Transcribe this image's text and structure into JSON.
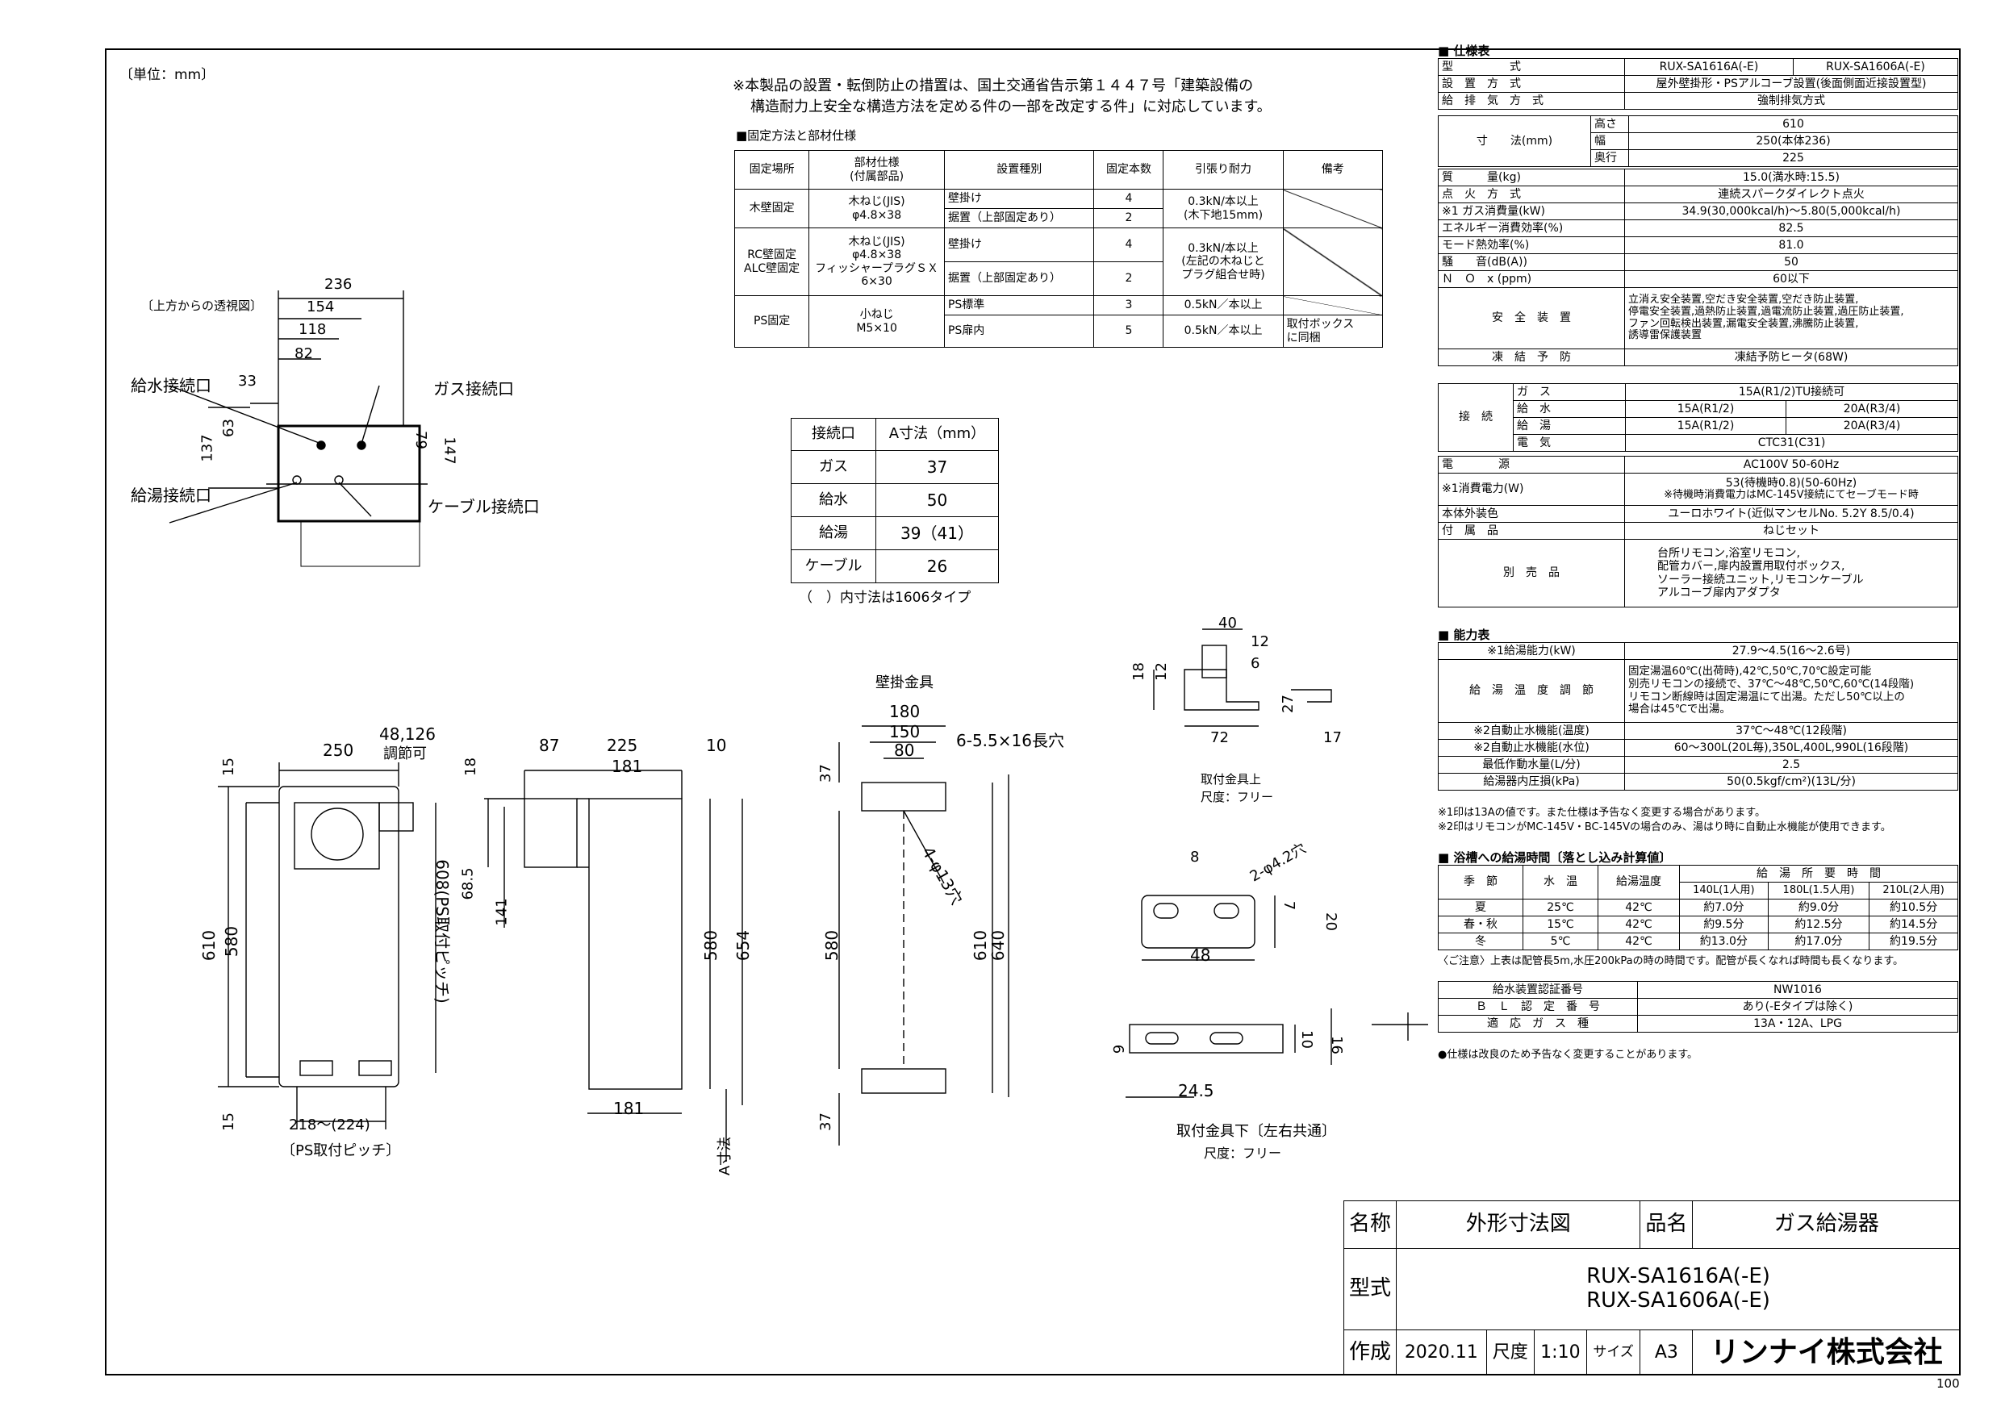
{
  "unit_label": "〔単位：mm〕",
  "note_top": [
    "※本製品の設置・転倒防止の措置は、国土交通省告示第１４４７号「建築設備の",
    "構造耐力上安全な構造方法を定める件の一部を改定する件」に対応しています。"
  ],
  "fix_title": "■固定方法と部材仕様",
  "fix_table": {
    "headers": [
      "固定場所",
      "部材仕様\n(付属部品)",
      "設置種別",
      "固定本数",
      "引張り耐力",
      "備考"
    ],
    "h0": "固定場所",
    "h1a": "部材仕様",
    "h1b": "(付属部品)",
    "h2": "設置種別",
    "h3": "固定本数",
    "h4": "引張り耐力",
    "h5": "備考",
    "wood_place": "木壁固定",
    "wood_mat_a": "木ねじ(JIS)",
    "wood_mat_b": "φ4.8×38",
    "wood_t1": "壁掛け",
    "wood_n1": "4",
    "wood_t2": "据置（上部固定あり）",
    "wood_n2": "2",
    "wood_str_a": "0.3kN/本以上",
    "wood_str_b": "(木下地15mm)",
    "rc_place_a": "RC壁固定",
    "rc_place_b": "ALC壁固定",
    "rc_mat_a": "木ねじ(JIS)",
    "rc_mat_b": "φ4.8×38",
    "rc_mat_c": "フィッシャープラグＳＸ",
    "rc_mat_d": "6×30",
    "rc_t1": "壁掛け",
    "rc_n1": "4",
    "rc_t2": "据置（上部固定あり）",
    "rc_n2": "2",
    "rc_str_a": "0.3kN/本以上",
    "rc_str_b": "(左記の木ねじと",
    "rc_str_c": "プラグ組合せ時)",
    "ps_place": "PS固定",
    "ps_mat_a": "小ねじ",
    "ps_mat_b": "M5×10",
    "ps_t1": "PS標準",
    "ps_n1": "3",
    "ps_s1": "0.5kN／本以上",
    "ps_t2": "PS扉内",
    "ps_n2": "5",
    "ps_s2": "0.5kN／本以上",
    "ps_note_a": "取付ボックス",
    "ps_note_b": "に同梱"
  },
  "conn_table": {
    "h0": "接続口",
    "h1": "A寸法（mm）",
    "rows": [
      [
        "ガス",
        "37"
      ],
      [
        "給水",
        "50"
      ],
      [
        "給湯",
        "39（41）"
      ],
      [
        "ケーブル",
        "26"
      ]
    ],
    "note": "（　）内寸法は1606タイプ"
  },
  "top_view": {
    "label": "〔上方からの透視図〕",
    "dims": [
      "236",
      "154",
      "118",
      "82",
      "33",
      "63",
      "137",
      "79",
      "147"
    ],
    "water_in": "給水接続口",
    "gas": "ガス接続口",
    "hot_out": "給湯接続口",
    "cable": "ケーブル接続口"
  },
  "front_view": {
    "dims": [
      "250",
      "48,126",
      "調節可",
      "15",
      "610",
      "580",
      "15",
      "608(PS取付ピッチ)",
      "218～(224)",
      "〔PS取付ピッチ〕"
    ]
  },
  "side_view": {
    "dims": [
      "87",
      "225",
      "10",
      "181",
      "18",
      "68.5",
      "141",
      "580",
      "654",
      "181",
      "A寸法"
    ]
  },
  "bracket_view": {
    "title": "壁掛金具",
    "dims": [
      "180",
      "150",
      "80",
      "6-5.5×16長穴",
      "37",
      "580",
      "610",
      "640",
      "4-φ13穴",
      "37"
    ]
  },
  "upper_fitting": {
    "dims": [
      "40",
      "12",
      "6",
      "18",
      "12",
      "27",
      "72",
      "17"
    ],
    "caption": "取付金具上",
    "scale": "尺度：フリー"
  },
  "lower_fitting": {
    "dims": [
      "8",
      "2-φ4.2穴",
      "7",
      "20",
      "48",
      "10",
      "16",
      "6",
      "24.5"
    ],
    "caption": "取付金具下〔左右共通〕",
    "scale": "尺度：フリー"
  },
  "spec": {
    "title": "■ 仕様表",
    "rows": [
      [
        "型　　　　　式",
        "RUX-SA1616A(-E)",
        "RUX-SA1606A(-E)"
      ],
      [
        "設　置　方　式",
        "屋外壁掛形・PSアルコーブ設置(後面側面近接設置型)"
      ],
      [
        "給　排　気　方　式",
        "強制排気方式"
      ]
    ],
    "size_label": "寸　　法(mm)",
    "h_label": "高さ",
    "h": "610",
    "w_label": "幅",
    "w": "250(本体236)",
    "d_label": "奥行",
    "d": "225",
    "rows2": [
      [
        "質　　　量(kg)",
        "15.0(満水時:15.5)"
      ],
      [
        "点　火　方　式",
        "連続スパークダイレクト点火"
      ],
      [
        "※1 ガス消費量(kW)",
        "34.9(30,000kcal/h)～5.80(5,000kcal/h)"
      ],
      [
        "エネルギー消費効率(%)",
        "82.5"
      ],
      [
        "モード熱効率(%)",
        "81.0"
      ],
      [
        "騒　　音(dB(A))",
        "50"
      ],
      [
        "Ｎ　Ｏ　x (ppm)",
        "60以下"
      ]
    ],
    "safety_label": "安　全　装　置",
    "safety": [
      "立消え安全装置,空だき安全装置,空だき防止装置,",
      "停電安全装置,過熱防止装置,過電流防止装置,過圧防止装置,",
      "ファン回転検出装置,漏電安全装置,沸騰防止装置,",
      "誘導雷保護装置"
    ],
    "freeze": [
      "凍　結　予　防",
      "凍結予防ヒータ(68W)"
    ],
    "conn_label": "接　続",
    "conn": [
      [
        "ガ　ス",
        "15A(R1/2)TU接続可"
      ],
      [
        "給　水",
        "15A(R1/2)",
        "20A(R3/4)"
      ],
      [
        "給　湯",
        "15A(R1/2)",
        "20A(R3/4)"
      ],
      [
        "電　気",
        "CTC31(C31)"
      ]
    ],
    "power": [
      "電　　　　源",
      "AC100V 50-60Hz"
    ],
    "consume_label": "※1消費電力(W)",
    "consume": [
      "53(待機時0.8)(50-60Hz)",
      "※待機時消費電力はMC-145V接続にてセーブモード時"
    ],
    "color": [
      "本体外装色",
      "ユーロホワイト(近似マンセルNo. 5.2Y 8.5/0.4)"
    ],
    "acc": [
      "付　属　品",
      "ねじセット"
    ],
    "sold_label": "別　売　品",
    "sold": [
      "台所リモコン,浴室リモコン,",
      "配管カバー,扉内設置用取付ボックス,",
      "ソーラー接続ユニット,リモコンケーブル",
      "アルコーブ扉内アダプタ"
    ]
  },
  "ability": {
    "title": "■ 能力表",
    "r1": [
      "※1給湯能力(kW)",
      "27.9～4.5(16～2.6号)"
    ],
    "temp_label": "給　湯　温　度　調　節",
    "temp": [
      "固定湯温60℃(出荷時),42℃,50℃,70℃設定可能",
      "別売リモコンの接続で、37℃～48℃,50℃,60℃(14段階)",
      "リモコン断線時は固定湯温にて出湯。ただし50℃以上の",
      "場合は45℃で出湯。"
    ],
    "r2": [
      "※2自動止水機能(温度)",
      "37℃～48℃(12段階)"
    ],
    "r3": [
      "※2自動止水機能(水位)",
      "60～300L(20L毎),350L,400L,990L(16段階)"
    ],
    "r4": [
      "最低作動水量(L/分)",
      "2.5"
    ],
    "r5": [
      "給湯器内圧損(kPa)",
      "50(0.5kgf/cm²)(13L/分)"
    ],
    "notes": [
      "※1印は13Aの値です。また仕様は予告なく変更する場合があります。",
      "※2印はリモコンがMC-145V・BC-145Vの場合のみ、湯はり時に自動止水機能が使用できます。"
    ]
  },
  "bath": {
    "title": "■ 浴槽への給湯時間〔落とし込み計算値〕",
    "h": [
      "季　節",
      "水　温",
      "給湯温度",
      "給　湯　所　要　時　間"
    ],
    "sub": [
      "140L(1人用)",
      "180L(1.5人用)",
      "210L(2人用)"
    ],
    "rows": [
      [
        "夏",
        "25℃",
        "42℃",
        "約7.0分",
        "約9.0分",
        "約10.5分"
      ],
      [
        "春・秋",
        "15℃",
        "42℃",
        "約9.5分",
        "約12.5分",
        "約14.5分"
      ],
      [
        "冬",
        "5℃",
        "42℃",
        "約13.0分",
        "約17.0分",
        "約19.5分"
      ]
    ],
    "note": "〈ご注意〉上表は配管長5m,水圧200kPaの時の時間です。配管が長くなれば時間も長くなります。"
  },
  "cert": [
    [
      "給水装置認証番号",
      "NW1016"
    ],
    [
      "Ｂ　Ｌ　認　定　番　号",
      "あり(-Eタイプは除く)"
    ],
    [
      "適　応　ガ　ス　種",
      "13A・12A、LPG"
    ]
  ],
  "cert_note": "●仕様は改良のため予告なく変更することがあります。",
  "title_block": {
    "name_label": "名称",
    "name": "外形寸法図",
    "product_label": "品名",
    "product": "ガス給湯器",
    "model_label": "型式",
    "model1": "RUX-SA1616A(-E)",
    "model2": "RUX-SA1606A(-E)",
    "made_label": "作成",
    "date": "2020.11",
    "scale_label": "尺度",
    "scale": "1:10",
    "size_label": "サイズ",
    "size": "A3",
    "company": "リンナイ株式会社"
  },
  "page_no": "100"
}
